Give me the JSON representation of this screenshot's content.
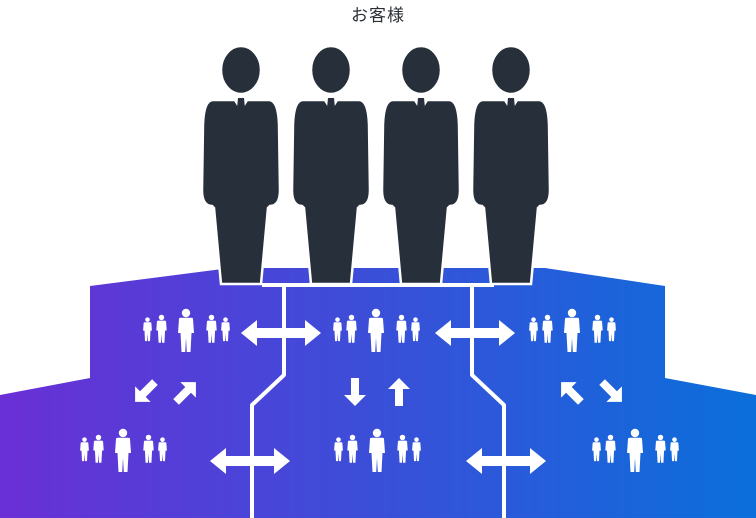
{
  "title": "お客様",
  "colors": {
    "gradient_start": "#6a2fd6",
    "gradient_end": "#0a6fdb",
    "businessman": "#262f3a",
    "icon": "#ffffff",
    "divider": "#ffffff"
  },
  "icons": {
    "customer": "businessman-icon",
    "team": "people-group-icon",
    "arrow": "arrow-icon"
  },
  "structure": {
    "customers": 4,
    "team_groups": 6
  }
}
